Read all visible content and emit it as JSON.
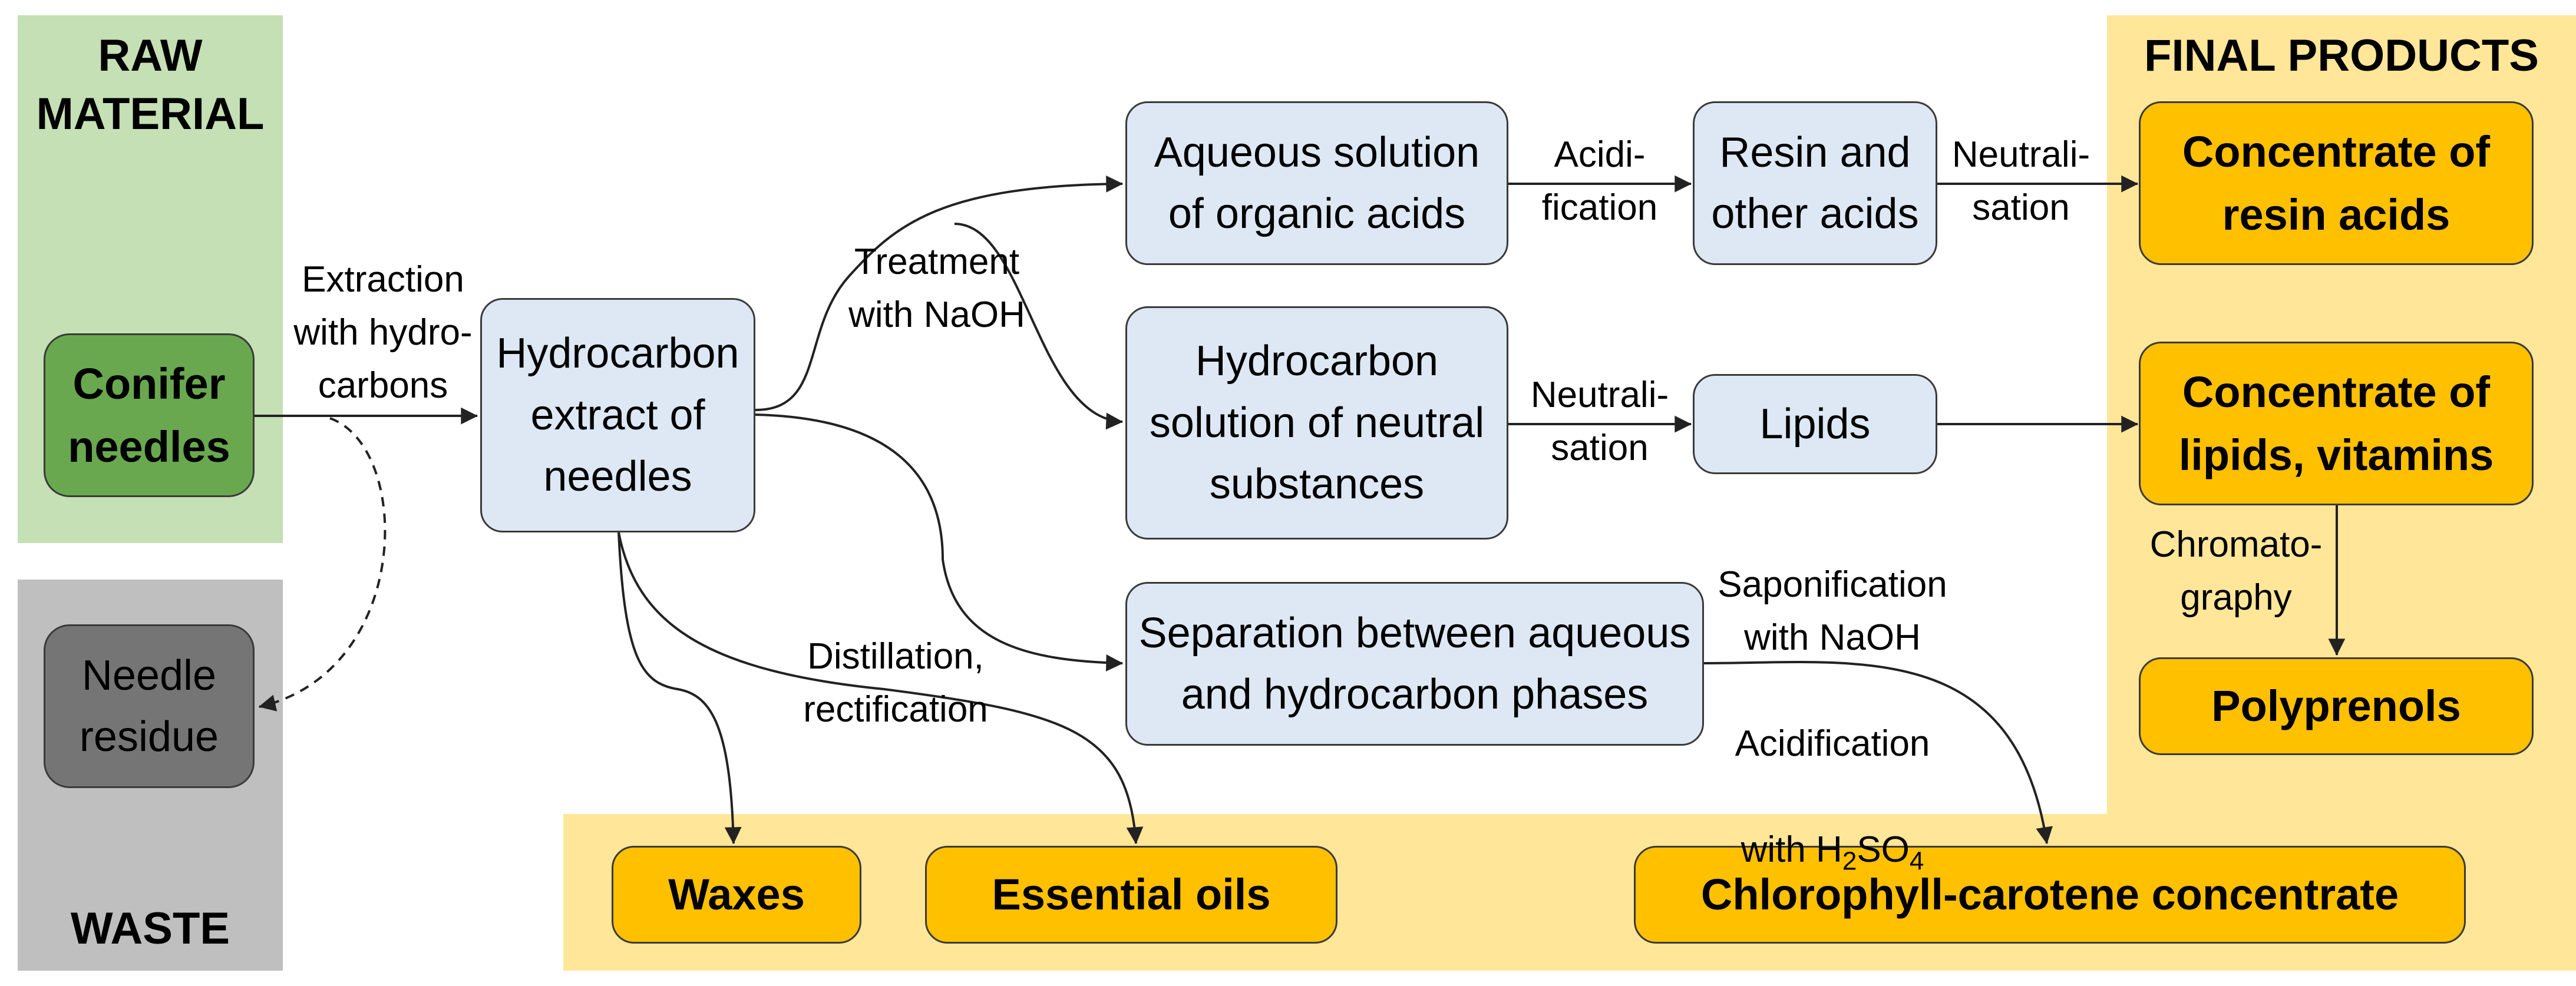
{
  "zones": {
    "raw": {
      "label": "RAW\nMATERIAL",
      "color": "#c5e0b4"
    },
    "waste": {
      "label": "WASTE",
      "color": "#bfbfbf"
    },
    "final": {
      "label": "FINAL PRODUCTS",
      "color": "#ffe699"
    }
  },
  "nodes": {
    "conifer": "Conifer\nneedles",
    "residue": "Needle\nresidue",
    "extract": "Hydrocarbon\nextract of\nneedles",
    "aqueous": "Aqueous solution\nof organic acids",
    "hcsolution": "Hydrocarbon\nsolution of neutral\nsubstances",
    "separation": "Separation between aqueous\nand hydrocarbon phases",
    "resin": "Resin and\nother acids",
    "lipids": "Lipids",
    "conc_resin": "Concentrate of\nresin acids",
    "conc_lipids": "Concentrate of\nlipids, vitamins",
    "polyprenols": "Polyprenols",
    "waxes": "Waxes",
    "oils": "Essential oils",
    "chlorophyll": "Chlorophyll-carotene concentrate"
  },
  "edge_labels": {
    "extraction": "Extraction\nwith hydro-\ncarbons",
    "treatment": "Treatment\nwith NaOH",
    "acidification": "Acidi-\nfication",
    "neutralisation1": "Neutrali-\nsation",
    "neutralisation2": "Neutrali-\nsation",
    "chromatography": "Chromato-\ngraphy",
    "distillation": "Distillation,\nrectification",
    "saponification": "Saponification\nwith NaOH",
    "acidification_h2so4": "Acidification",
    "h2so4_prefix": "with H",
    "h2so4_sub1": "2",
    "h2so4_mid": "SO",
    "h2so4_sub2": "4"
  },
  "colors": {
    "box_blue": "#dde8f4",
    "box_orange": "#ffc000",
    "box_green": "#6aa84f",
    "box_grey": "#757575",
    "border": "#3a3a3a",
    "arrow": "#222222"
  }
}
